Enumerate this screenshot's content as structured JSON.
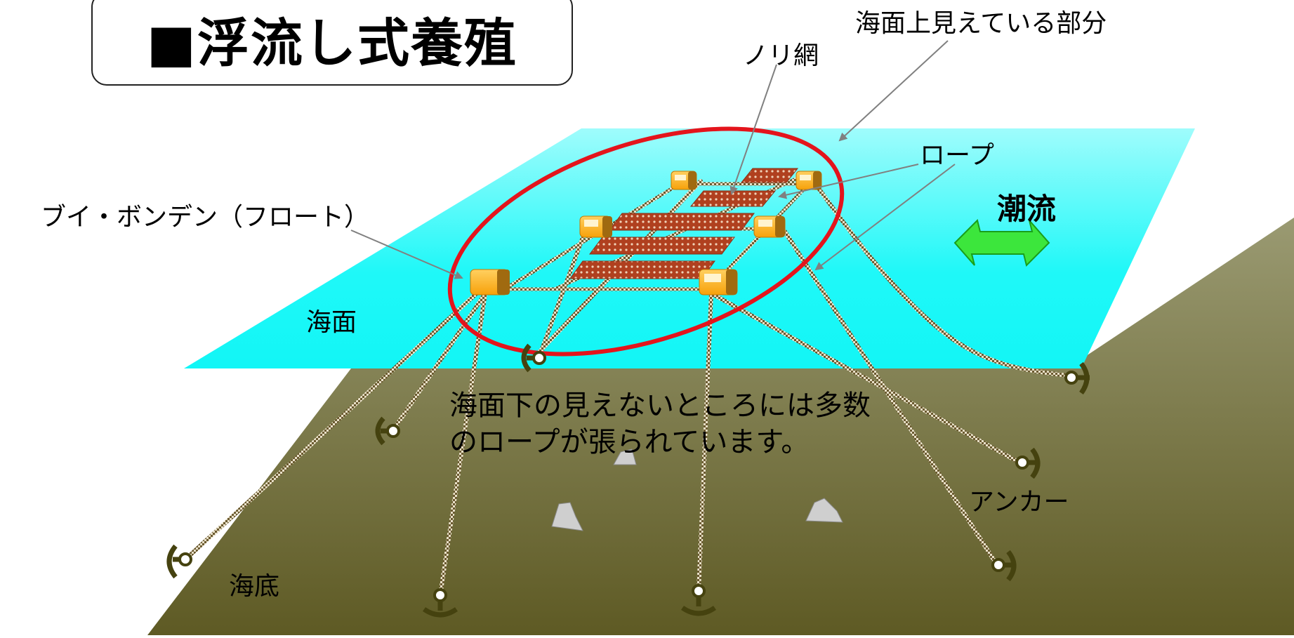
{
  "title": "■浮流し式養殖",
  "labels": {
    "visible_part": "海面上見えている部分",
    "nori_net": "ノリ網",
    "rope": "ロープ",
    "buoy": "ブイ・ボンデン（フロート）",
    "tidal_current": "潮流",
    "sea_surface": "海面",
    "anchor": "アンカー",
    "seabed": "海底"
  },
  "note": {
    "line1": "海面下の見えないところには多数",
    "line2": "のロープが張られています。"
  },
  "colors": {
    "sea_surface": "#1ff8f8",
    "sea_surface_top": "#9ffcfc",
    "seabed_top": "#9a9a72",
    "seabed_bottom": "#5e5a24",
    "ellipse": "#e4141c",
    "float": "#f7a10a",
    "net": "#b0401f",
    "rope": "#7a6a3c",
    "arrow": "#3ce63c",
    "anchor": "#45420f",
    "callout_line": "#808080"
  }
}
